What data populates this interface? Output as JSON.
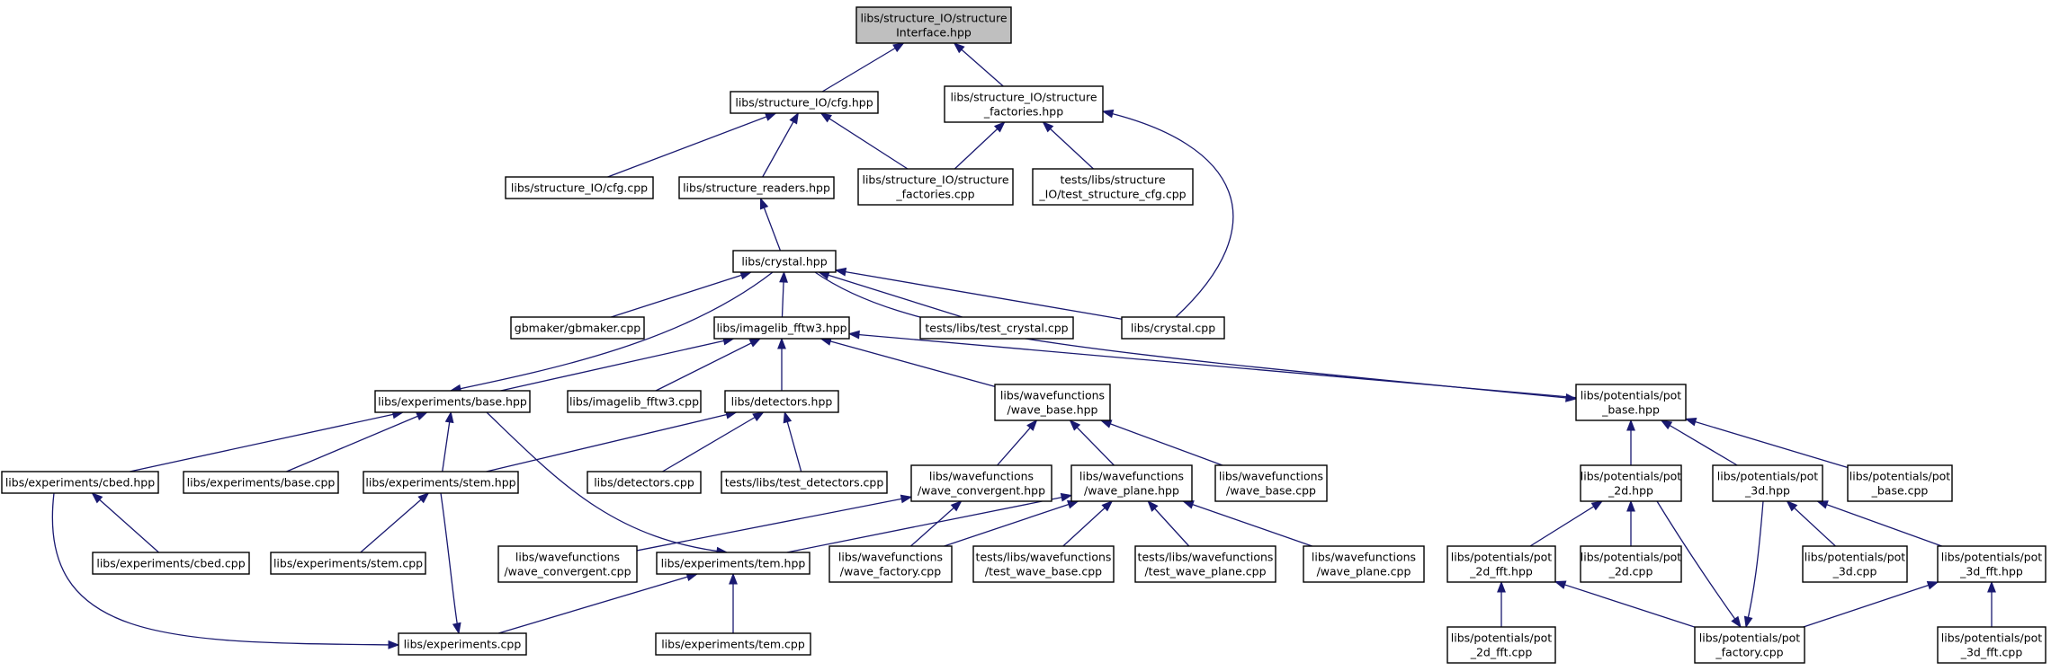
{
  "graph": {
    "nodes": [
      {
        "id": "n0",
        "name": "node-structure-interface-hpp",
        "lines": [
          "libs/structure_IO/structure",
          "Interface.hpp"
        ],
        "root": true
      },
      {
        "id": "n1",
        "name": "node-cfg-hpp",
        "lines": [
          "libs/structure_IO/cfg.hpp"
        ]
      },
      {
        "id": "n2",
        "name": "node-structure-factories-hpp",
        "lines": [
          "libs/structure_IO/structure",
          "_factories.hpp"
        ]
      },
      {
        "id": "n3",
        "name": "node-cfg-cpp",
        "lines": [
          "libs/structure_IO/cfg.cpp"
        ]
      },
      {
        "id": "n4",
        "name": "node-structure-readers-hpp",
        "lines": [
          "libs/structure_readers.hpp"
        ]
      },
      {
        "id": "n5",
        "name": "node-structure-factories-cpp",
        "lines": [
          "libs/structure_IO/structure",
          "_factories.cpp"
        ]
      },
      {
        "id": "n6",
        "name": "node-test-structure-cfg-cpp",
        "lines": [
          "tests/libs/structure",
          "_IO/test_structure_cfg.cpp"
        ]
      },
      {
        "id": "n7",
        "name": "node-crystal-hpp",
        "lines": [
          "libs/crystal.hpp"
        ]
      },
      {
        "id": "n8",
        "name": "node-gbmaker-cpp",
        "lines": [
          "gbmaker/gbmaker.cpp"
        ]
      },
      {
        "id": "n9",
        "name": "node-imagelib-fftw3-hpp",
        "lines": [
          "libs/imagelib_fftw3.hpp"
        ]
      },
      {
        "id": "n10",
        "name": "node-test-crystal-cpp",
        "lines": [
          "tests/libs/test_crystal.cpp"
        ]
      },
      {
        "id": "n11",
        "name": "node-crystal-cpp",
        "lines": [
          "libs/crystal.cpp"
        ]
      },
      {
        "id": "n12",
        "name": "node-experiments-base-hpp",
        "lines": [
          "libs/experiments/base.hpp"
        ]
      },
      {
        "id": "n13",
        "name": "node-imagelib-fftw3-cpp",
        "lines": [
          "libs/imagelib_fftw3.cpp"
        ]
      },
      {
        "id": "n14",
        "name": "node-detectors-hpp",
        "lines": [
          "libs/detectors.hpp"
        ]
      },
      {
        "id": "n15",
        "name": "node-wave-base-hpp",
        "lines": [
          "libs/wavefunctions",
          "/wave_base.hpp"
        ]
      },
      {
        "id": "n16",
        "name": "node-pot-base-hpp",
        "lines": [
          "libs/potentials/pot",
          "_base.hpp"
        ]
      },
      {
        "id": "n17",
        "name": "node-cbed-hpp",
        "lines": [
          "libs/experiments/cbed.hpp"
        ]
      },
      {
        "id": "n18",
        "name": "node-experiments-base-cpp",
        "lines": [
          "libs/experiments/base.cpp"
        ]
      },
      {
        "id": "n19",
        "name": "node-stem-hpp",
        "lines": [
          "libs/experiments/stem.hpp"
        ]
      },
      {
        "id": "n20",
        "name": "node-detectors-cpp",
        "lines": [
          "libs/detectors.cpp"
        ]
      },
      {
        "id": "n21",
        "name": "node-test-detectors-cpp",
        "lines": [
          "tests/libs/test_detectors.cpp"
        ]
      },
      {
        "id": "n22",
        "name": "node-wave-convergent-hpp",
        "lines": [
          "libs/wavefunctions",
          "/wave_convergent.hpp"
        ]
      },
      {
        "id": "n23",
        "name": "node-wave-plane-hpp",
        "lines": [
          "libs/wavefunctions",
          "/wave_plane.hpp"
        ]
      },
      {
        "id": "n24",
        "name": "node-wave-base-cpp",
        "lines": [
          "libs/wavefunctions",
          "/wave_base.cpp"
        ]
      },
      {
        "id": "n25",
        "name": "node-pot-2d-hpp",
        "lines": [
          "libs/potentials/pot",
          "_2d.hpp"
        ]
      },
      {
        "id": "n26",
        "name": "node-pot-3d-hpp",
        "lines": [
          "libs/potentials/pot",
          "_3d.hpp"
        ]
      },
      {
        "id": "n27",
        "name": "node-pot-base-cpp",
        "lines": [
          "libs/potentials/pot",
          "_base.cpp"
        ]
      },
      {
        "id": "n28",
        "name": "node-cbed-cpp",
        "lines": [
          "libs/experiments/cbed.cpp"
        ]
      },
      {
        "id": "n29",
        "name": "node-stem-cpp",
        "lines": [
          "libs/experiments/stem.cpp"
        ]
      },
      {
        "id": "n30",
        "name": "node-wave-convergent-cpp",
        "lines": [
          "libs/wavefunctions",
          "/wave_convergent.cpp"
        ]
      },
      {
        "id": "n31",
        "name": "node-tem-hpp",
        "lines": [
          "libs/experiments/tem.hpp"
        ]
      },
      {
        "id": "n32",
        "name": "node-wave-factory-cpp",
        "lines": [
          "libs/wavefunctions",
          "/wave_factory.cpp"
        ]
      },
      {
        "id": "n33",
        "name": "node-test-wave-base-cpp",
        "lines": [
          "tests/libs/wavefunctions",
          "/test_wave_base.cpp"
        ]
      },
      {
        "id": "n34",
        "name": "node-test-wave-plane-cpp",
        "lines": [
          "tests/libs/wavefunctions",
          "/test_wave_plane.cpp"
        ]
      },
      {
        "id": "n35",
        "name": "node-wave-plane-cpp",
        "lines": [
          "libs/wavefunctions",
          "/wave_plane.cpp"
        ]
      },
      {
        "id": "n36",
        "name": "node-pot-2d-fft-hpp",
        "lines": [
          "libs/potentials/pot",
          "_2d_fft.hpp"
        ]
      },
      {
        "id": "n37",
        "name": "node-pot-2d-cpp",
        "lines": [
          "libs/potentials/pot",
          "_2d.cpp"
        ]
      },
      {
        "id": "n38",
        "name": "node-pot-3d-cpp",
        "lines": [
          "libs/potentials/pot",
          "_3d.cpp"
        ]
      },
      {
        "id": "n39",
        "name": "node-pot-3d-fft-hpp",
        "lines": [
          "libs/potentials/pot",
          "_3d_fft.hpp"
        ]
      },
      {
        "id": "n40",
        "name": "node-experiments-cpp",
        "lines": [
          "libs/experiments.cpp"
        ]
      },
      {
        "id": "n41",
        "name": "node-tem-cpp",
        "lines": [
          "libs/experiments/tem.cpp"
        ]
      },
      {
        "id": "n42",
        "name": "node-pot-2d-fft-cpp",
        "lines": [
          "libs/potentials/pot",
          "_2d_fft.cpp"
        ]
      },
      {
        "id": "n43",
        "name": "node-pot-factory-cpp",
        "lines": [
          "libs/potentials/pot",
          "_factory.cpp"
        ]
      },
      {
        "id": "n44",
        "name": "node-pot-3d-fft-cpp",
        "lines": [
          "libs/potentials/pot",
          "_3d_fft.cpp"
        ]
      }
    ],
    "edges": [
      [
        "n0",
        "n1"
      ],
      [
        "n0",
        "n2"
      ],
      [
        "n1",
        "n3"
      ],
      [
        "n1",
        "n4"
      ],
      [
        "n1",
        "n5"
      ],
      [
        "n2",
        "n5"
      ],
      [
        "n2",
        "n6"
      ],
      [
        "n2",
        "n11"
      ],
      [
        "n4",
        "n7"
      ],
      [
        "n7",
        "n8"
      ],
      [
        "n7",
        "n9"
      ],
      [
        "n7",
        "n10"
      ],
      [
        "n7",
        "n11"
      ],
      [
        "n7",
        "n12"
      ],
      [
        "n7",
        "n16"
      ],
      [
        "n9",
        "n12"
      ],
      [
        "n9",
        "n13"
      ],
      [
        "n9",
        "n14"
      ],
      [
        "n9",
        "n15"
      ],
      [
        "n9",
        "n16"
      ],
      [
        "n12",
        "n17"
      ],
      [
        "n12",
        "n18"
      ],
      [
        "n12",
        "n19"
      ],
      [
        "n12",
        "n31"
      ],
      [
        "n14",
        "n19"
      ],
      [
        "n14",
        "n20"
      ],
      [
        "n14",
        "n21"
      ],
      [
        "n15",
        "n22"
      ],
      [
        "n15",
        "n23"
      ],
      [
        "n15",
        "n24"
      ],
      [
        "n16",
        "n25"
      ],
      [
        "n16",
        "n26"
      ],
      [
        "n16",
        "n27"
      ],
      [
        "n17",
        "n28"
      ],
      [
        "n17",
        "n40"
      ],
      [
        "n19",
        "n29"
      ],
      [
        "n19",
        "n40"
      ],
      [
        "n22",
        "n30"
      ],
      [
        "n22",
        "n32"
      ],
      [
        "n23",
        "n31"
      ],
      [
        "n23",
        "n32"
      ],
      [
        "n23",
        "n33"
      ],
      [
        "n23",
        "n34"
      ],
      [
        "n23",
        "n35"
      ],
      [
        "n25",
        "n36"
      ],
      [
        "n25",
        "n37"
      ],
      [
        "n25",
        "n43"
      ],
      [
        "n26",
        "n38"
      ],
      [
        "n26",
        "n39"
      ],
      [
        "n26",
        "n43"
      ],
      [
        "n31",
        "n40"
      ],
      [
        "n31",
        "n41"
      ],
      [
        "n36",
        "n42"
      ],
      [
        "n36",
        "n43"
      ],
      [
        "n39",
        "n43"
      ],
      [
        "n39",
        "n44"
      ]
    ]
  }
}
